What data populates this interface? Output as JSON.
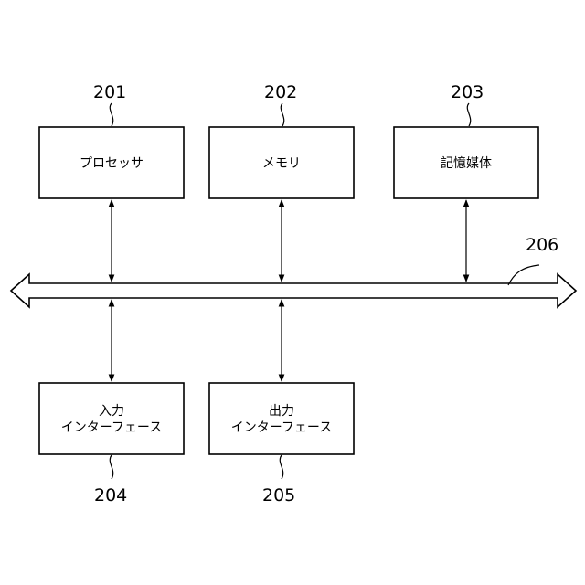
{
  "boxes": {
    "processor": {
      "ref": "201",
      "lines": [
        "プロセッサ"
      ]
    },
    "memory": {
      "ref": "202",
      "lines": [
        "メモリ"
      ]
    },
    "storage": {
      "ref": "203",
      "lines": [
        "記憶媒体"
      ]
    },
    "input": {
      "ref": "204",
      "lines": [
        "入力",
        "インターフェース"
      ]
    },
    "output": {
      "ref": "205",
      "lines": [
        "出力",
        "インターフェース"
      ]
    }
  },
  "bus": {
    "ref": "206"
  }
}
